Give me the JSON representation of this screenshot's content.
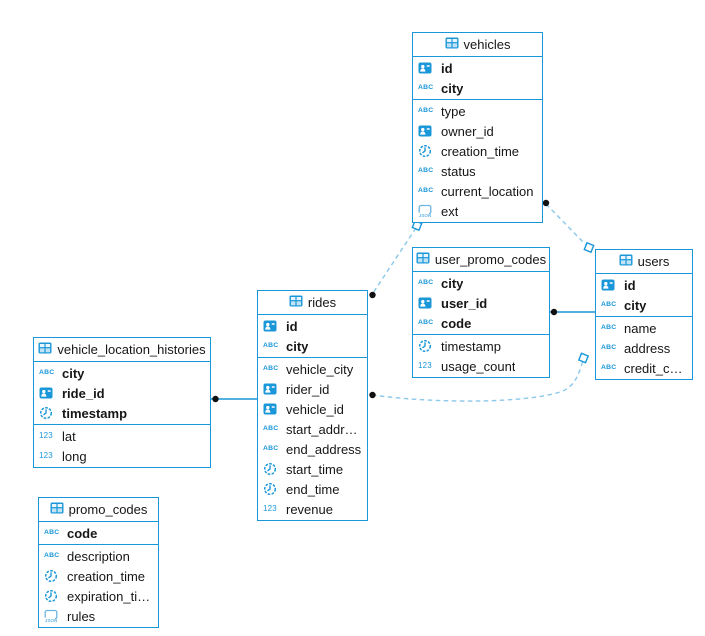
{
  "app": {
    "type": "entity-relationship-diagram",
    "background": "#ffffff"
  },
  "colors": {
    "accent": "#1a97d9",
    "relationship_dashed": "#8ac8ed",
    "relationship_solid": "#1a97d9",
    "connector_dot": "#111111",
    "text": "#161616",
    "json_icon": "#6ab6e3"
  },
  "type_icons": {
    "text_glyph": "ABC",
    "number_glyph": "123",
    "json_label": "JSON",
    "id": "id-badge-icon",
    "time": "clock-icon",
    "json": "json-icon"
  },
  "tables": [
    {
      "title": "vehicles",
      "primary_fields": [
        {
          "name": "id",
          "type": "id"
        },
        {
          "name": "city",
          "type": "text"
        }
      ],
      "fields": [
        {
          "name": "type",
          "type": "text"
        },
        {
          "name": "owner_id",
          "type": "id"
        },
        {
          "name": "creation_time",
          "type": "time"
        },
        {
          "name": "status",
          "type": "text"
        },
        {
          "name": "current_location",
          "type": "text"
        },
        {
          "name": "ext",
          "type": "json"
        }
      ]
    },
    {
      "title": "user_promo_codes",
      "primary_fields": [
        {
          "name": "city",
          "type": "text"
        },
        {
          "name": "user_id",
          "type": "id"
        },
        {
          "name": "code",
          "type": "text"
        }
      ],
      "fields": [
        {
          "name": "timestamp",
          "type": "time"
        },
        {
          "name": "usage_count",
          "type": "number"
        }
      ]
    },
    {
      "title": "users",
      "primary_fields": [
        {
          "name": "id",
          "type": "id"
        },
        {
          "name": "city",
          "type": "text"
        }
      ],
      "fields": [
        {
          "name": "name",
          "type": "text"
        },
        {
          "name": "address",
          "type": "text"
        },
        {
          "name": "credit_card",
          "type": "text"
        }
      ]
    },
    {
      "title": "rides",
      "primary_fields": [
        {
          "name": "id",
          "type": "id"
        },
        {
          "name": "city",
          "type": "text"
        }
      ],
      "fields": [
        {
          "name": "vehicle_city",
          "type": "text"
        },
        {
          "name": "rider_id",
          "type": "id"
        },
        {
          "name": "vehicle_id",
          "type": "id"
        },
        {
          "name": "start_address",
          "type": "text"
        },
        {
          "name": "end_address",
          "type": "text"
        },
        {
          "name": "start_time",
          "type": "time"
        },
        {
          "name": "end_time",
          "type": "time"
        },
        {
          "name": "revenue",
          "type": "number"
        }
      ]
    },
    {
      "title": "vehicle_location_histories",
      "primary_fields": [
        {
          "name": "city",
          "type": "text"
        },
        {
          "name": "ride_id",
          "type": "id"
        },
        {
          "name": "timestamp",
          "type": "time"
        }
      ],
      "fields": [
        {
          "name": "lat",
          "type": "number"
        },
        {
          "name": "long",
          "type": "number"
        }
      ]
    },
    {
      "title": "promo_codes",
      "primary_fields": [
        {
          "name": "code",
          "type": "text"
        }
      ],
      "fields": [
        {
          "name": "description",
          "type": "text"
        },
        {
          "name": "creation_time",
          "type": "time"
        },
        {
          "name": "expiration_time",
          "type": "time"
        },
        {
          "name": "rules",
          "type": "json"
        }
      ]
    }
  ],
  "relationships": [
    {
      "from": "vehicles",
      "to": "users",
      "style": "dashed"
    },
    {
      "from": "rides",
      "to": "vehicles",
      "style": "dashed"
    },
    {
      "from": "rides",
      "to": "users",
      "style": "dashed"
    },
    {
      "from": "user_promo_codes",
      "to": "users",
      "style": "solid"
    },
    {
      "from": "vehicle_location_histories",
      "to": "rides",
      "style": "solid"
    }
  ]
}
